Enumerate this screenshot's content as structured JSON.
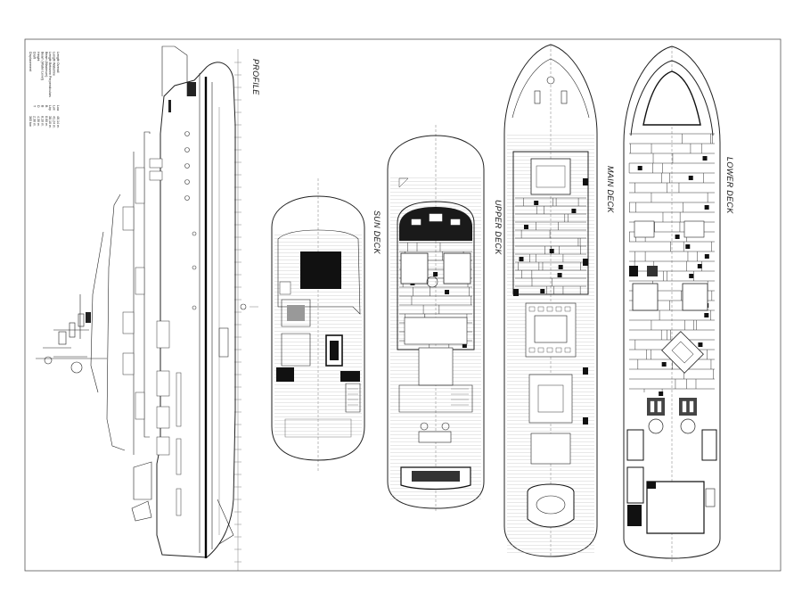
{
  "decks": {
    "profile": "PROFILE",
    "sun_deck": "SUN DECK",
    "upper_deck": "UPPER DECK",
    "main_deck": "MAIN DECK",
    "lower_deck": "LOWER DECK"
  },
  "specs": [
    {
      "label": "Length Overall",
      "code": "Loa",
      "value": "46,14 m."
    },
    {
      "label": "Length Waterline",
      "code": "Lwl",
      "value": "41,24 m."
    },
    {
      "label": "Length Between Perpendiculars",
      "code": "Lbp",
      "value": "38,10 m."
    },
    {
      "label": "Beam (Maximum)",
      "code": "B",
      "value": "8,60 m."
    },
    {
      "label": "Beam (Water Level)",
      "code": "B",
      "value": "8,10 m."
    },
    {
      "label": "Height",
      "code": "D",
      "value": "4,30 m."
    },
    {
      "label": "Draft",
      "code": "T",
      "value": "2,30 m."
    },
    {
      "label": "Displacement",
      "code": "",
      "value": "365 ton"
    }
  ]
}
